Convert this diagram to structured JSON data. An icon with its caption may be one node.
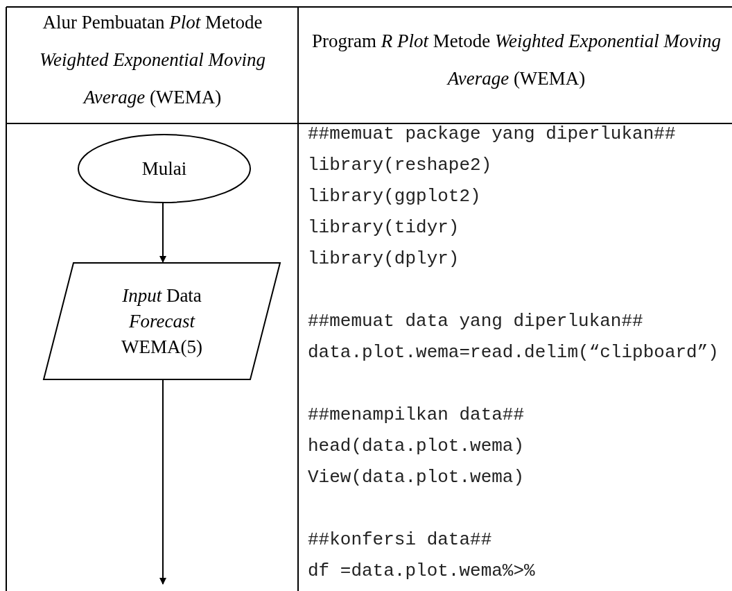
{
  "diagram": {
    "nodes": [
      {
        "text": [
          "Mulai"
        ]
      },
      {
        "text": [
          "*Input* Data *Forecast* WEMA(5)"
        ]
      }
    ],
    "edges": [
      {
        "from": 0,
        "to": 1,
        "arrow": "to"
      },
      {
        "from": 1,
        "to": null,
        "arrow": "to"
      }
    ],
    "labels": [
      "Alur Pembuatan *Plot* Metode *Weighted Exponential Moving Average* (WEMA)",
      "Program *R  Plot* Metode *Weighted Exponential Moving Average* (WEMA)",
      "##memuat package yang diperlukan##",
      "library(reshape2)",
      "library(ggplot2)",
      "library(tidyr)",
      "library(dplyr)",
      "##memuat data yang diperlukan##",
      "data.plot.wema=read.delim(“clipboard”)",
      "##menampilkan data##",
      "head(data.plot.wema)",
      "View(data.plot.wema)",
      "##konfersi data##",
      "df =data.plot.wema%>%"
    ]
  }
}
